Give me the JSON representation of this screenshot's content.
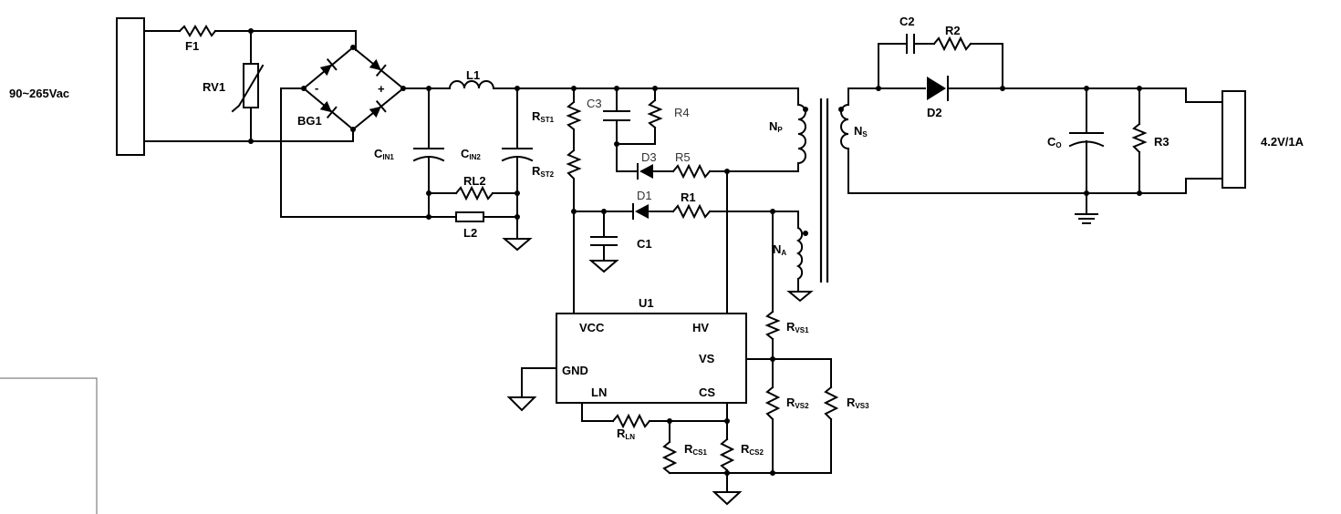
{
  "input": {
    "voltage": "90~265Vac"
  },
  "output": {
    "rating": "4.2V/1A"
  },
  "components": {
    "F1": "F1",
    "RV1": "RV1",
    "BG1": "BG1",
    "L1": "L1",
    "L2": "L2",
    "RL2": "RL2",
    "CIN1": {
      "main": "C",
      "sub": "IN1"
    },
    "CIN2": {
      "main": "C",
      "sub": "IN2"
    },
    "RST1": {
      "main": "R",
      "sub": "ST1"
    },
    "RST2": {
      "main": "R",
      "sub": "ST2"
    },
    "C3": "C3",
    "R4": "R4",
    "D3": "D3",
    "R5": "R5",
    "D1": "D1",
    "R1": "R1",
    "C1": "C1",
    "NP": {
      "main": "N",
      "sub": "P"
    },
    "NS": {
      "main": "N",
      "sub": "S"
    },
    "NA": {
      "main": "N",
      "sub": "A"
    },
    "C2": "C2",
    "R2": "R2",
    "D2": "D2",
    "CO": {
      "main": "C",
      "sub": "O"
    },
    "R3": "R3",
    "U1": "U1",
    "RVS1": {
      "main": "R",
      "sub": "VS1"
    },
    "RVS2": {
      "main": "R",
      "sub": "VS2"
    },
    "RVS3": {
      "main": "R",
      "sub": "VS3"
    },
    "RLN": {
      "main": "R",
      "sub": "LN"
    },
    "RCS1": {
      "main": "R",
      "sub": "CS1"
    },
    "RCS2": {
      "main": "R",
      "sub": "CS2"
    }
  },
  "bridge": {
    "minus": "-",
    "plus": "+"
  },
  "ic_pins": {
    "vcc": "VCC",
    "hv": "HV",
    "gnd": "GND",
    "vs": "VS",
    "ln": "LN",
    "cs": "CS"
  }
}
